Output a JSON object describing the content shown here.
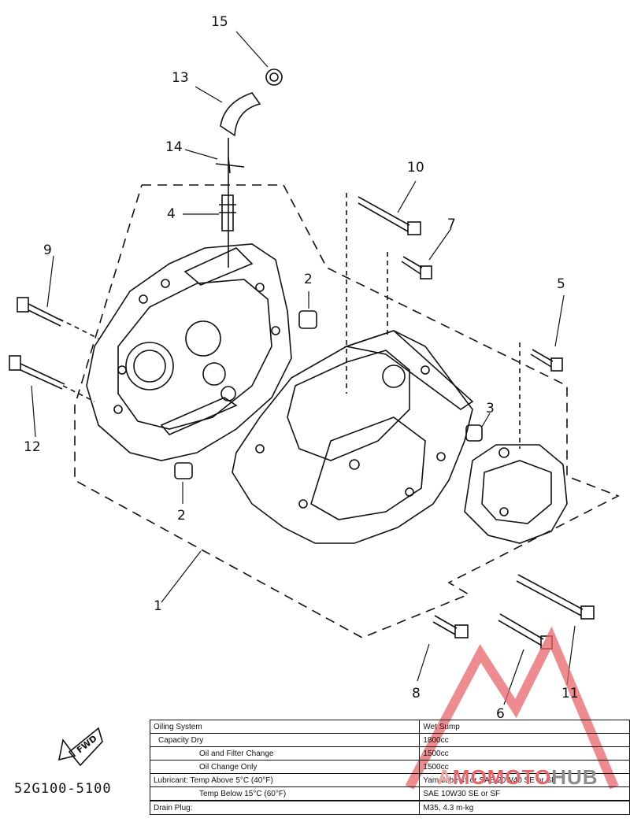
{
  "callouts": [
    "15",
    "13",
    "14",
    "4",
    "10",
    "7",
    "9",
    "2",
    "5",
    "12",
    "3",
    "2",
    "1",
    "8",
    "6",
    "11"
  ],
  "fwd_label": "FWD",
  "part_code": "52G100-5100",
  "spec_table": {
    "rows": [
      {
        "label": "Oiling System",
        "value": "Wet Sump"
      },
      {
        "label": "Capacity Dry",
        "value": "1800cc"
      },
      {
        "label": "Oil and Filter Change",
        "value": "1500cc"
      },
      {
        "label": "Oil Change Only",
        "value": "1500cc"
      },
      {
        "label": "Lubricant: Temp Above 5°C (40°F)",
        "value": "Yamalube 4* or SAE 20W40 SE or SF"
      },
      {
        "label": "Temp Below 15°C (60°F)",
        "value": "SAE 10W30 SE or SF"
      },
      {
        "label": "Drain Plug:",
        "value": "M35, 4.3 m-kg"
      }
    ]
  },
  "watermark": {
    "pre": "A",
    "mid": "MOMOTO",
    "hub": "HUB",
    "color_red": "#e8646a",
    "color_grey": "#8c8c8c"
  }
}
